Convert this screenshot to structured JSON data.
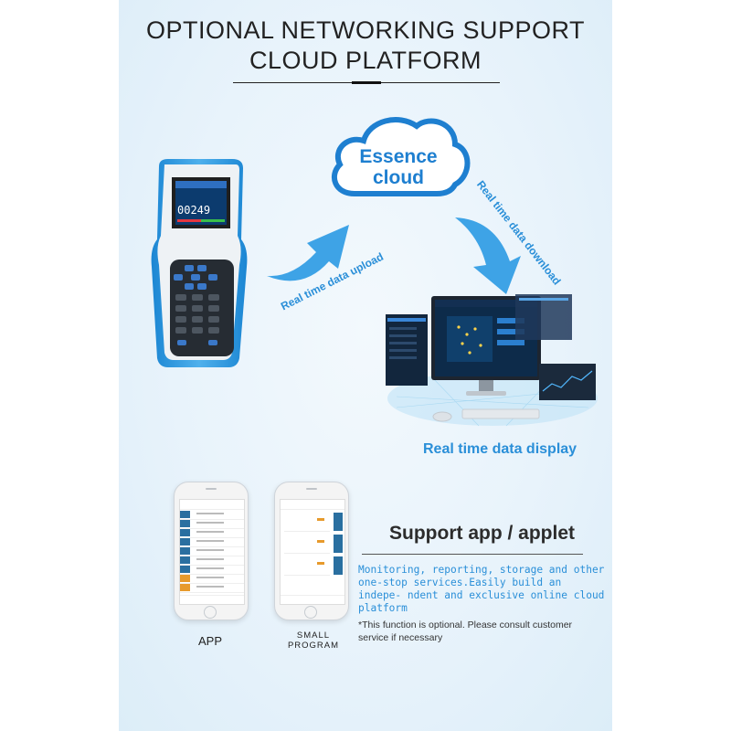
{
  "header": {
    "title_line1": "OPTIONAL NETWORKING SUPPORT",
    "title_line2": "CLOUD PLATFORM"
  },
  "cloud": {
    "line1": "Essence",
    "line2": "cloud",
    "color": "#1e7fd0"
  },
  "device": {
    "screen_value": "00249"
  },
  "flow": {
    "upload_label": "Real time data upload",
    "download_label": "Real time data download",
    "display_label": "Real time data display",
    "accent_color": "#2a8fd8"
  },
  "support": {
    "title": "Support app / applet",
    "description": "Monitoring, reporting, storage and other one-stop services.Easily build an indepe- ndent and exclusive online cloud platform",
    "note": "*This function is optional. Please consult customer service if necessary"
  },
  "phones": {
    "app_label": "APP",
    "small_label_line1": "SMALL",
    "small_label_line2": "PROGRAM"
  }
}
